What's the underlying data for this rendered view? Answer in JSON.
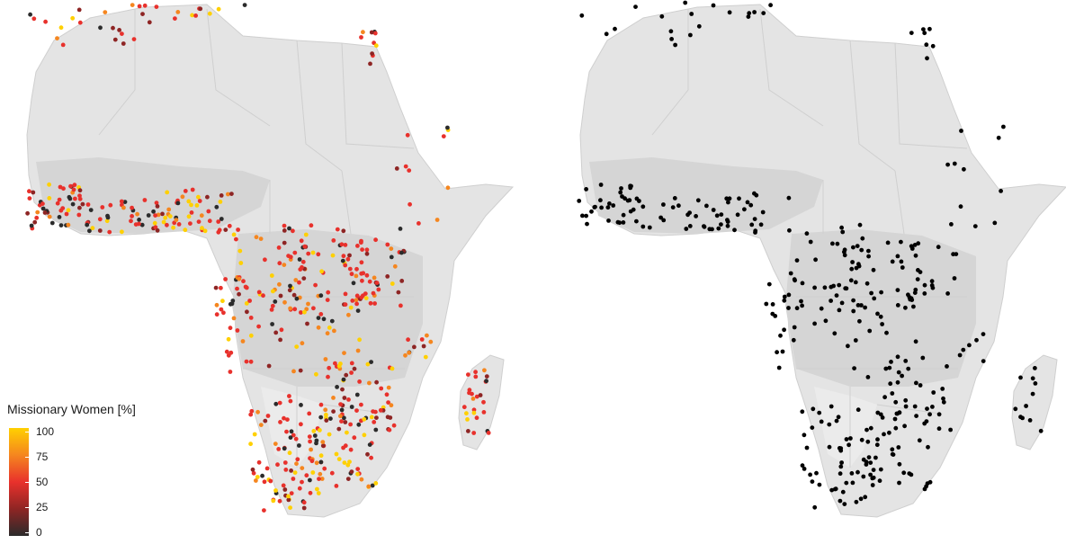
{
  "legend": {
    "title": "Missionary Women [%]",
    "ticks": [
      "100",
      "75",
      "50",
      "25",
      "0"
    ],
    "tick_values": [
      100,
      75,
      50,
      25,
      0
    ],
    "gradient": [
      "#ffd000",
      "#f5861f",
      "#e8312c",
      "#8e2524",
      "#2b2b2b"
    ]
  },
  "colors": {
    "land": "#e4e4e4",
    "land_dark": "#d5d5d5",
    "border": "#cfcfcf",
    "point_plain": "#000000"
  },
  "chart_data": {
    "type": "scatter",
    "panels": [
      {
        "name": "left",
        "encoding": "color = share of missionary women (%)",
        "range": [
          0,
          100
        ]
      },
      {
        "name": "right",
        "encoding": "all points black"
      }
    ]
  }
}
